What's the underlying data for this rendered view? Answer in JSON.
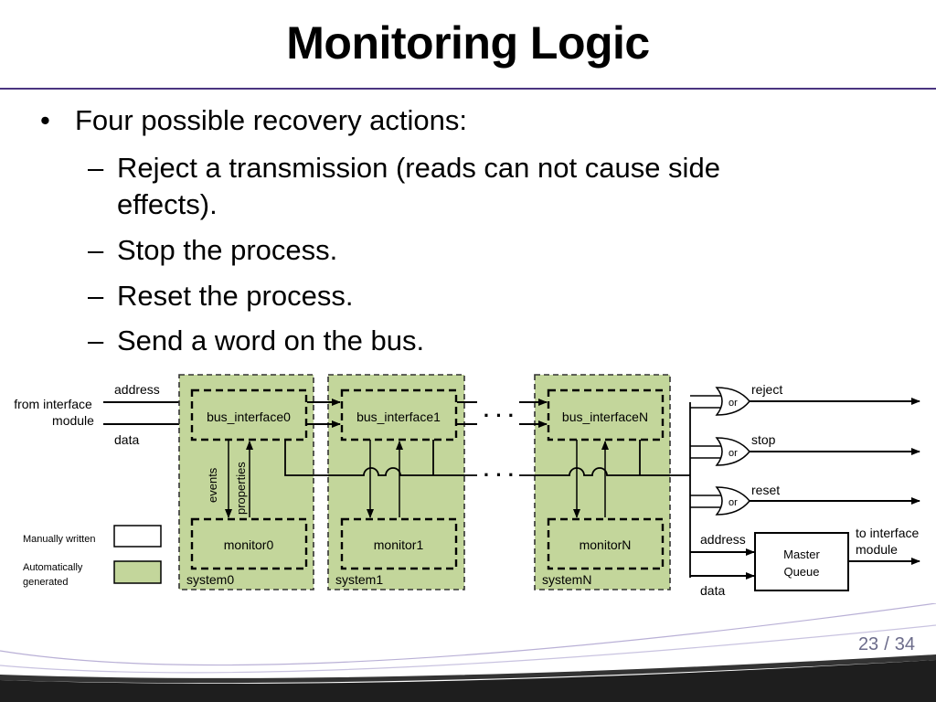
{
  "slide": {
    "title": "Monitoring Logic",
    "bullet": "Four possible recovery actions:",
    "sub_items": [
      "Reject a transmission (reads can not cause side effects).",
      "Stop the process.",
      "Reset the process.",
      "Send a word on the bus."
    ],
    "page_current": "23",
    "page_sep": "/",
    "page_total": "34"
  },
  "diagram": {
    "input_label": [
      "from interface",
      "module"
    ],
    "address": "address",
    "data": "data",
    "systems": [
      {
        "name": "system0",
        "bus": "bus_interface0",
        "monitor": "monitor0"
      },
      {
        "name": "system1",
        "bus": "bus_interface1",
        "monitor": "monitor1"
      },
      {
        "name": "systemN",
        "bus": "bus_interfaceN",
        "monitor": "monitorN"
      }
    ],
    "events": "events",
    "properties": "properties",
    "or_gate": "or",
    "outputs": [
      "reject",
      "stop",
      "reset"
    ],
    "queue_address": "address",
    "queue_data": "data",
    "queue": [
      "Master",
      "Queue"
    ],
    "to_interface": [
      "to interface",
      "module"
    ],
    "legend_manual": "Manually written",
    "legend_auto": [
      "Automatically",
      "generated"
    ],
    "ellipsis": "· · ·",
    "colors": {
      "green": "#c3d69b",
      "title_rule": "#4a3580"
    }
  }
}
